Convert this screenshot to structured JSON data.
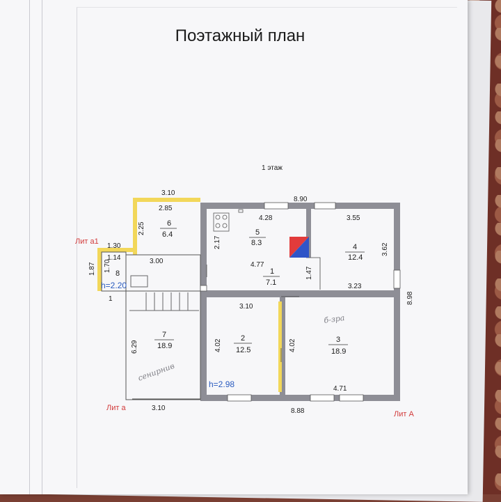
{
  "title": "Поэтажный план",
  "floor": "1 этаж",
  "labels": {
    "lit_a1": "Лит а1",
    "lit_a_small": "Лит а",
    "lit_a_big": "Лит А",
    "h_veranda": "h=2.20",
    "h_house": "h=2.98",
    "one_marker": "1"
  },
  "dimensions": {
    "top_310": "3.10",
    "r6_285": "2.85",
    "r6_225": "2.25",
    "top_890": "8.90",
    "r5_428": "4.28",
    "r4_355": "3.55",
    "r5_217": "2.17",
    "r4_362": "3.62",
    "a1_130": "1.30",
    "a1_114": "1.14",
    "a1_187": "1.87",
    "a1_170": "1.70",
    "r8_300": "3.00",
    "r1_477": "4.77",
    "r1_147": "1.47",
    "r4_323": "3.23",
    "right_898": "8.98",
    "r2_310": "3.10",
    "r7_629": "6.29",
    "r2_402": "4.02",
    "r3_402": "4.02",
    "r3_471": "4.71",
    "bottom_310": "3.10",
    "bottom_888": "8.88"
  },
  "rooms": [
    {
      "id": "1",
      "area": "7.1"
    },
    {
      "id": "2",
      "area": "12.5"
    },
    {
      "id": "3",
      "area": "18.9"
    },
    {
      "id": "4",
      "area": "12.4"
    },
    {
      "id": "5",
      "area": "8.3"
    },
    {
      "id": "6",
      "area": "6.4"
    },
    {
      "id": "7",
      "area": "18.9"
    },
    {
      "id": "8",
      "area": ""
    }
  ],
  "handwriting": {
    "r3": "б-зра",
    "r7": "сенирнив"
  },
  "colors": {
    "wall": "#8e8e96",
    "light_wall": "#f2d75a",
    "boiler_red": "#e23b3b",
    "boiler_blue": "#2f55c7",
    "lit_red": "#d23a3a"
  }
}
